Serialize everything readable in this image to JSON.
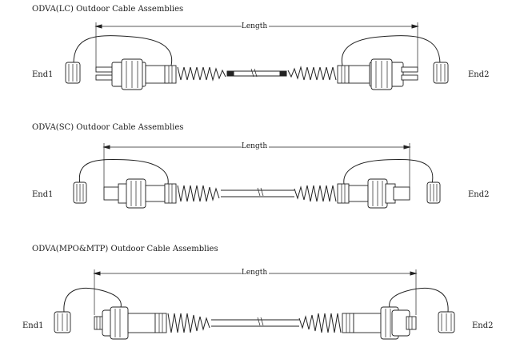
{
  "panels": [
    {
      "title": "ODVA(LC) Outdoor Cable Assemblies",
      "length_label": "Length",
      "end1": "End1",
      "end2": "End2"
    },
    {
      "title": "ODVA(SC) Outdoor Cable Assemblies",
      "length_label": "Length",
      "end1": "End1",
      "end2": "End2"
    },
    {
      "title": "ODVA(MPO&MTP) Outdoor Cable Assemblies",
      "length_label": "Length",
      "end1": "End1",
      "end2": "End2"
    }
  ]
}
